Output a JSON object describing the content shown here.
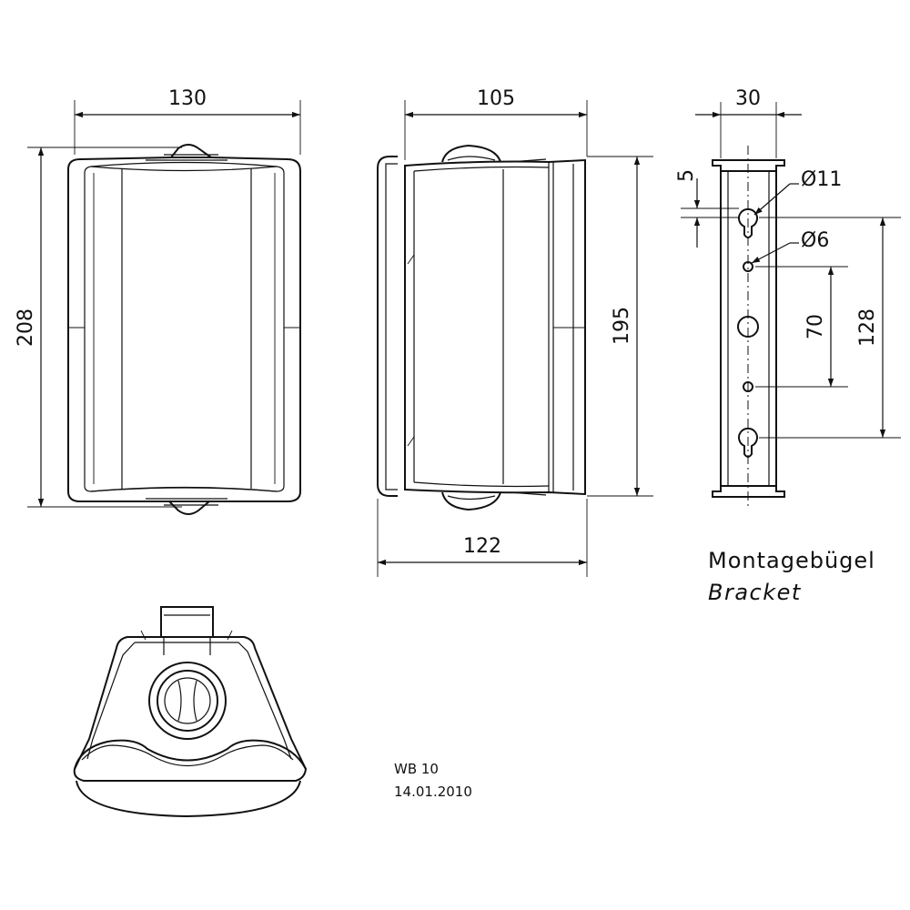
{
  "front_view": {
    "width_dim": "130",
    "height_dim": "208"
  },
  "side_view": {
    "depth_dim": "105",
    "height_dim": "195",
    "overall_depth_dim": "122"
  },
  "bracket": {
    "width_dim": "30",
    "offset_dim": "5",
    "large_hole": "Ø11",
    "small_hole": "Ø6",
    "small_hole_spacing": "70",
    "keyhole_spacing": "128",
    "label_de": "Montagebügel",
    "label_en": "Bracket"
  },
  "title_block": {
    "model": "WB 10",
    "date": "14.01.2010"
  }
}
